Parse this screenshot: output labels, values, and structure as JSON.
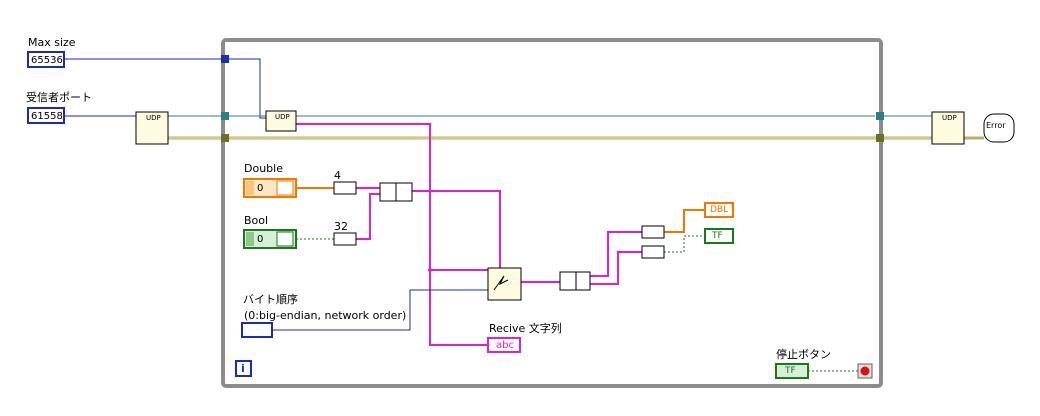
{
  "controls": {
    "max_size": {
      "label": "Max size",
      "value": "65536"
    },
    "receiver_port": {
      "label": "受信者ポート",
      "value": "61558"
    },
    "double": {
      "label": "Double",
      "value": "0"
    },
    "bool": {
      "label": "Bool",
      "value": "0"
    },
    "byte_order": {
      "label": "バイト順序",
      "sublabel": "(0:big-endian, network order)"
    },
    "stop_button": {
      "label": "停止ボタン",
      "terminal": "TF"
    }
  },
  "indicators": {
    "receive_string": {
      "label": "Recive 文字列",
      "terminal": "abc"
    },
    "dbl_out": {
      "terminal": "DBL"
    },
    "tf_out": {
      "terminal": "TF"
    }
  },
  "constants": {
    "const_4": "4",
    "const_32": "32"
  },
  "nodes": {
    "udp_open": "UDP",
    "udp_read": "UDP",
    "udp_close": "UDP",
    "error_handler": "Error"
  },
  "loop": {
    "info_icon": "i"
  },
  "colors": {
    "numeric_int": "#1a2bb4",
    "numeric_dbl": "#f07800",
    "boolean": "#1a7a1a",
    "string": "#e020c8",
    "refnum": "#2e8080",
    "error_cluster": "#c8c878",
    "loop_border": "#8c8c8c"
  }
}
